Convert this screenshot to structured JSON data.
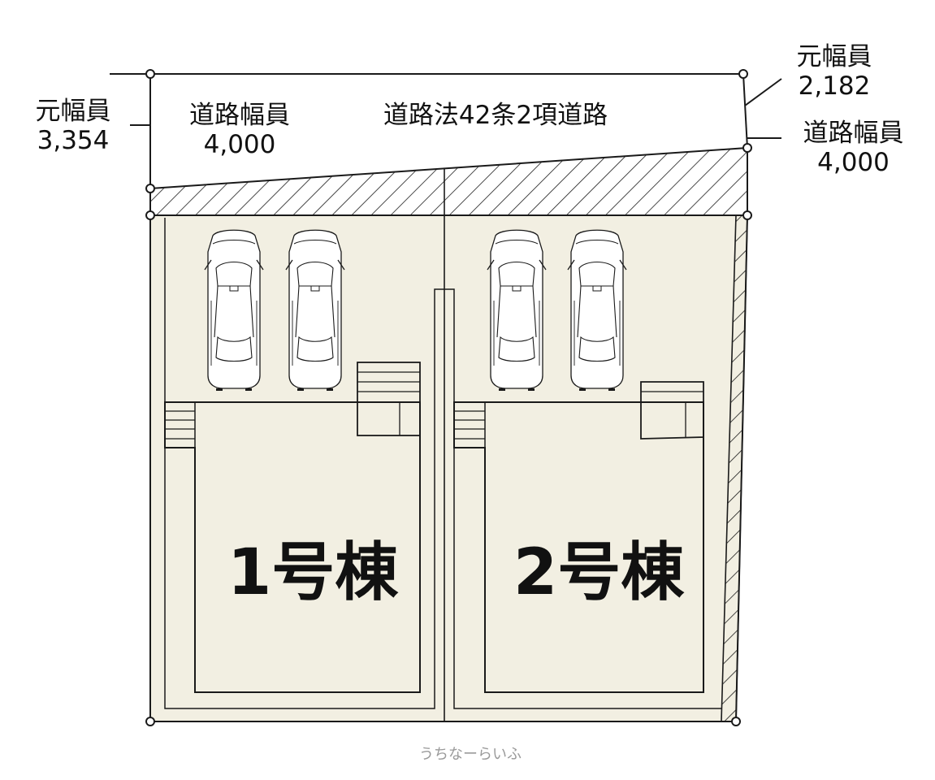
{
  "labels": {
    "orig_width_left_title": "元幅員",
    "orig_width_left_value": "3,354",
    "road_width_left_title": "道路幅員",
    "road_width_left_value": "4,000",
    "road_title": "道路法42条2項道路",
    "orig_width_right_title": "元幅員",
    "orig_width_right_value": "2,182",
    "road_width_right_title": "道路幅員",
    "road_width_right_value": "4,000"
  },
  "buildings": [
    {
      "label": "1号棟"
    },
    {
      "label": "2号棟"
    }
  ],
  "parking": {
    "cars_per_lot": 2
  },
  "watermark": "うちなーらいふ",
  "colors": {
    "lot_fill": "#f2efe2",
    "line": "#1a1a1a",
    "background": "#ffffff",
    "watermark": "#9a9a9a"
  }
}
